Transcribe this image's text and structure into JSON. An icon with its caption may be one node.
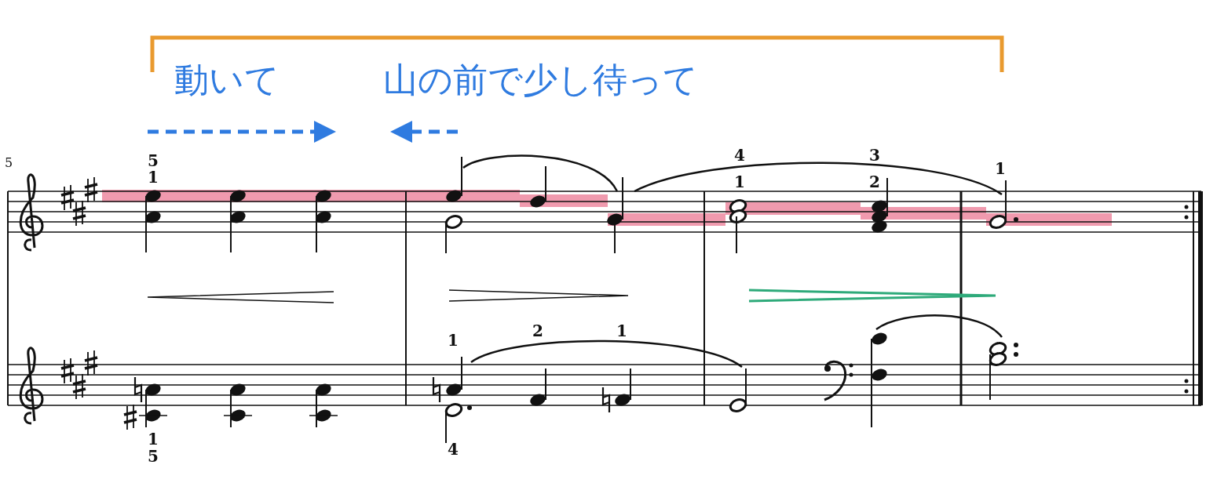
{
  "diagram": {
    "labels": [
      "動いて",
      "山の前で少し待って",
      "5",
      "5",
      "1",
      "4",
      "1",
      "3",
      "2",
      "1",
      "1",
      "5",
      "1",
      "4",
      "2",
      "1"
    ]
  }
}
